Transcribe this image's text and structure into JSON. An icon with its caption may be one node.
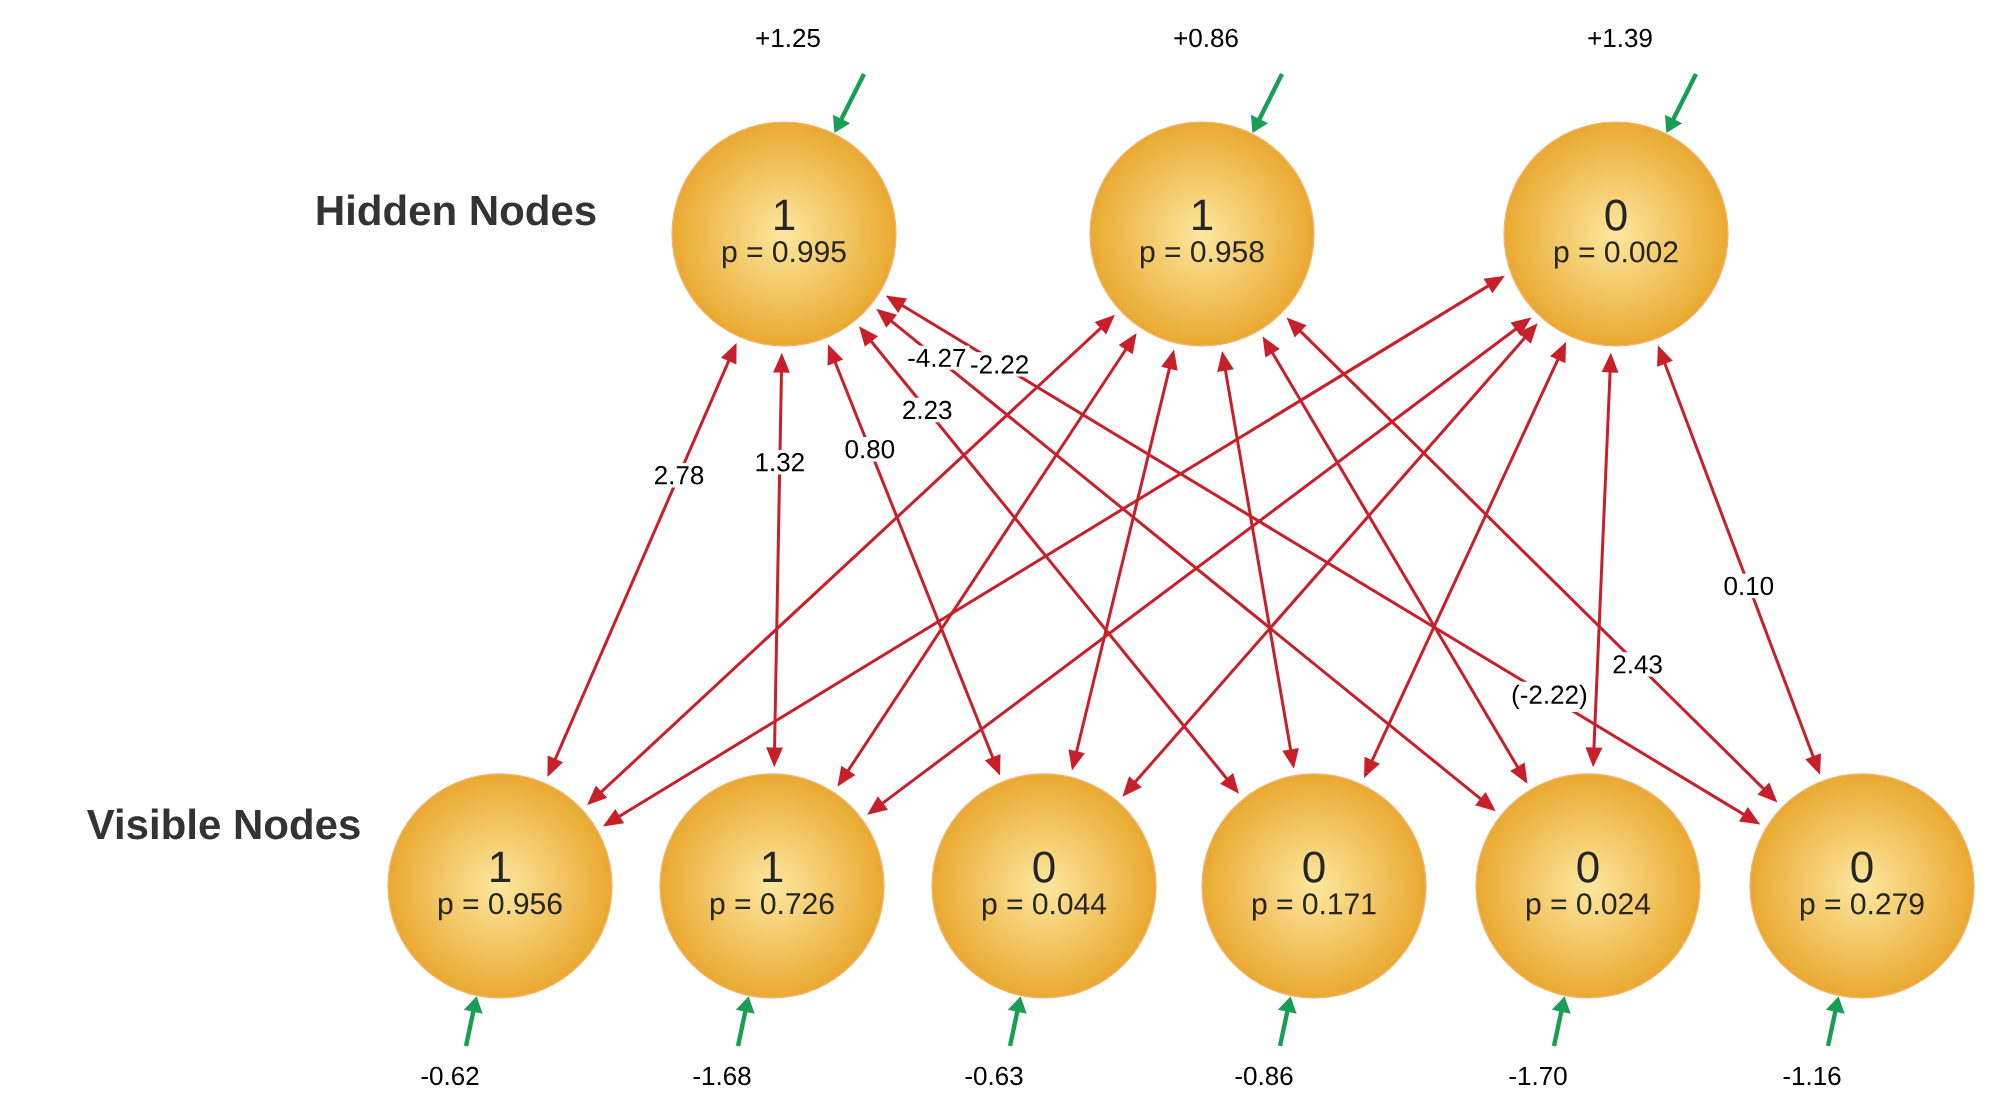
{
  "diagram": {
    "nodes": [
      {
        "text": [
          "1",
          "p = 0.995"
        ]
      },
      {
        "text": [
          "1",
          "p = 0.958"
        ]
      },
      {
        "text": [
          "0",
          "p = 0.002"
        ]
      },
      {
        "text": [
          "1",
          "p = 0.956"
        ]
      },
      {
        "text": [
          "1",
          "p = 0.726"
        ]
      },
      {
        "text": [
          "0",
          "p = 0.044"
        ]
      },
      {
        "text": [
          "0",
          "p = 0.171"
        ]
      },
      {
        "text": [
          "0",
          "p = 0.024"
        ]
      },
      {
        "text": [
          "0",
          "p = 0.279"
        ]
      }
    ],
    "edges": [
      {
        "from": 0,
        "to": 3,
        "arrow": "both",
        "label": "2.78"
      },
      {
        "from": 0,
        "to": 4,
        "arrow": "both",
        "label": "1.32"
      },
      {
        "from": 0,
        "to": 5,
        "arrow": "both",
        "label": "0.80"
      },
      {
        "from": 0,
        "to": 6,
        "arrow": "both",
        "label": "2.23"
      },
      {
        "from": 0,
        "to": 7,
        "arrow": "both",
        "label": "-4.27"
      },
      {
        "from": 0,
        "to": 8,
        "arrow": "both",
        "label": "-2.22"
      },
      {
        "from": 1,
        "to": 3,
        "arrow": "both"
      },
      {
        "from": 1,
        "to": 4,
        "arrow": "both"
      },
      {
        "from": 1,
        "to": 5,
        "arrow": "both"
      },
      {
        "from": 1,
        "to": 6,
        "arrow": "both"
      },
      {
        "from": 1,
        "to": 7,
        "arrow": "both"
      },
      {
        "from": 1,
        "to": 8,
        "arrow": "both",
        "label": "2.43"
      },
      {
        "from": 2,
        "to": 3,
        "arrow": "both"
      },
      {
        "from": 2,
        "to": 4,
        "arrow": "both"
      },
      {
        "from": 2,
        "to": 5,
        "arrow": "both"
      },
      {
        "from": 2,
        "to": 6,
        "arrow": "both"
      },
      {
        "from": 2,
        "to": 7,
        "arrow": "both"
      },
      {
        "from": 2,
        "to": 8,
        "arrow": "both",
        "label": "0.10"
      },
      {
        "from": null,
        "to": 0,
        "arrow": "to",
        "label": "+1.25",
        "color": "#1a9e55"
      },
      {
        "from": null,
        "to": 1,
        "arrow": "to",
        "label": "+0.86",
        "color": "#1a9e55"
      },
      {
        "from": null,
        "to": 2,
        "arrow": "to",
        "label": "+1.39",
        "color": "#1a9e55"
      },
      {
        "from": null,
        "to": 3,
        "arrow": "to",
        "label": "-0.62",
        "color": "#1a9e55"
      },
      {
        "from": null,
        "to": 4,
        "arrow": "to",
        "label": "-1.68",
        "color": "#1a9e55"
      },
      {
        "from": null,
        "to": 5,
        "arrow": "to",
        "label": "-0.63",
        "color": "#1a9e55"
      },
      {
        "from": null,
        "to": 6,
        "arrow": "to",
        "label": "-0.86",
        "color": "#1a9e55"
      },
      {
        "from": null,
        "to": 7,
        "arrow": "to",
        "label": "-1.70",
        "color": "#1a9e55"
      },
      {
        "from": null,
        "to": 8,
        "arrow": "to",
        "label": "-1.16",
        "color": "#1a9e55"
      }
    ],
    "labels": [
      "Hidden Nodes",
      "(-2.22)",
      "Visible Nodes"
    ]
  }
}
